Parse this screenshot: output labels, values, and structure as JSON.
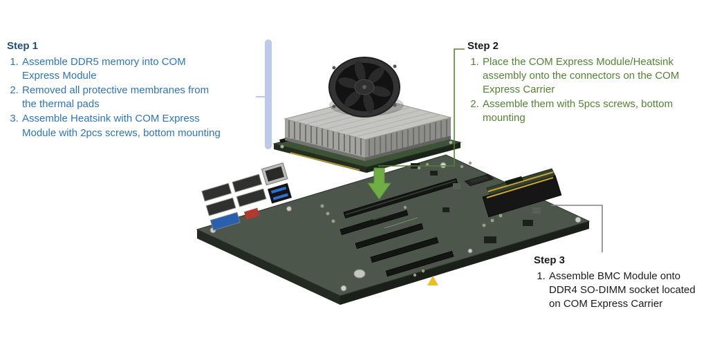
{
  "callouts": {
    "step1": {
      "title": "Step 1",
      "items": [
        "Assemble DDR5 memory into COM Express Module",
        "Removed all protective membranes from the thermal pads",
        "Assemble Heatsink with COM Express Module with 2pcs screws, bottom mounting"
      ]
    },
    "step2": {
      "title": "Step 2",
      "items": [
        "Place the COM Express Module/Heatsink assembly onto the connectors on the COM Express Carrier",
        "Assemble them with 5pcs screws, bottom mounting"
      ]
    },
    "step3": {
      "title": "Step 3",
      "items": [
        "Assemble BMC Module onto DDR4 SO-DIMM socket located on COM Express Carrier"
      ]
    }
  },
  "colors": {
    "step1_title": "#1F4E79",
    "step1_text": "#2E75B6",
    "step2_title": "#1A1A1A",
    "step2_text": "#538135",
    "step3_text": "#1A1A1A",
    "step1_bar": "#BCC9E8",
    "leader_green": "#538135",
    "leader_gray": "#808080",
    "arrow_green": "#6FAE46",
    "arrow_green_dark": "#5A9138",
    "board_green": "#4C564A"
  }
}
